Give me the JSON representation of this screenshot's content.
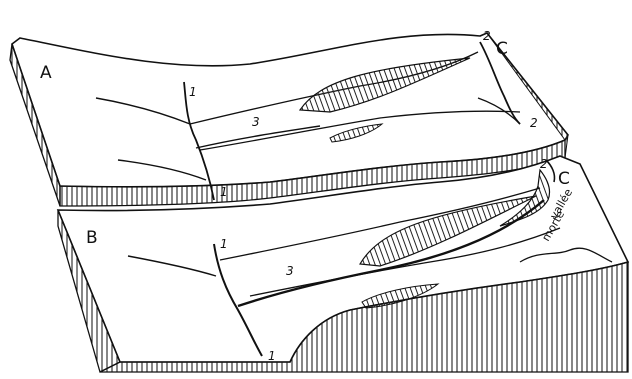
{
  "blocks": [
    {
      "label": "A",
      "stream_labels": {
        "head_1": "1",
        "mouth_1": "1",
        "main_3": "3",
        "head_2": "2",
        "mouth_2": "2"
      },
      "capture_label": "C"
    },
    {
      "label": "B",
      "stream_labels": {
        "head_1": "1",
        "mouth_1": "1",
        "main_3": "3",
        "head_2": "2"
      },
      "capture_label": "C",
      "dead_valley_line1": "vallée",
      "dead_valley_line2": "morte"
    }
  ],
  "colors": {
    "ink": "#111111",
    "background": "#ffffff",
    "hatch": "#222222"
  }
}
